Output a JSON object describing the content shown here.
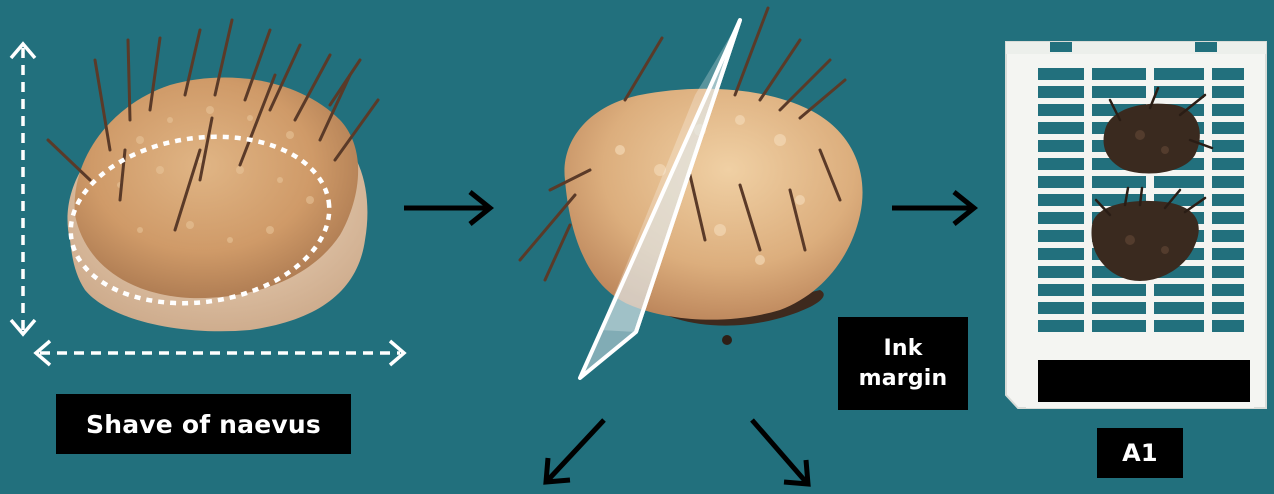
{
  "labels": {
    "shave": "Shave of naevus",
    "ink_line1": "Ink",
    "ink_line2": "margin",
    "cassette": "A1"
  },
  "colors": {
    "background": "#22707d",
    "label_bg": "#000000",
    "label_text": "#ffffff",
    "tissue": "#d8a77a",
    "tissue_dark": "#b98258",
    "hair": "#5a3a28",
    "cassette": "#f4f5f2",
    "plane": "#c9d8dc"
  },
  "icons": {
    "measure": "dashed-double-arrow-icon",
    "flow": "arrow-right-icon",
    "branch": "arrow-down-icon"
  }
}
